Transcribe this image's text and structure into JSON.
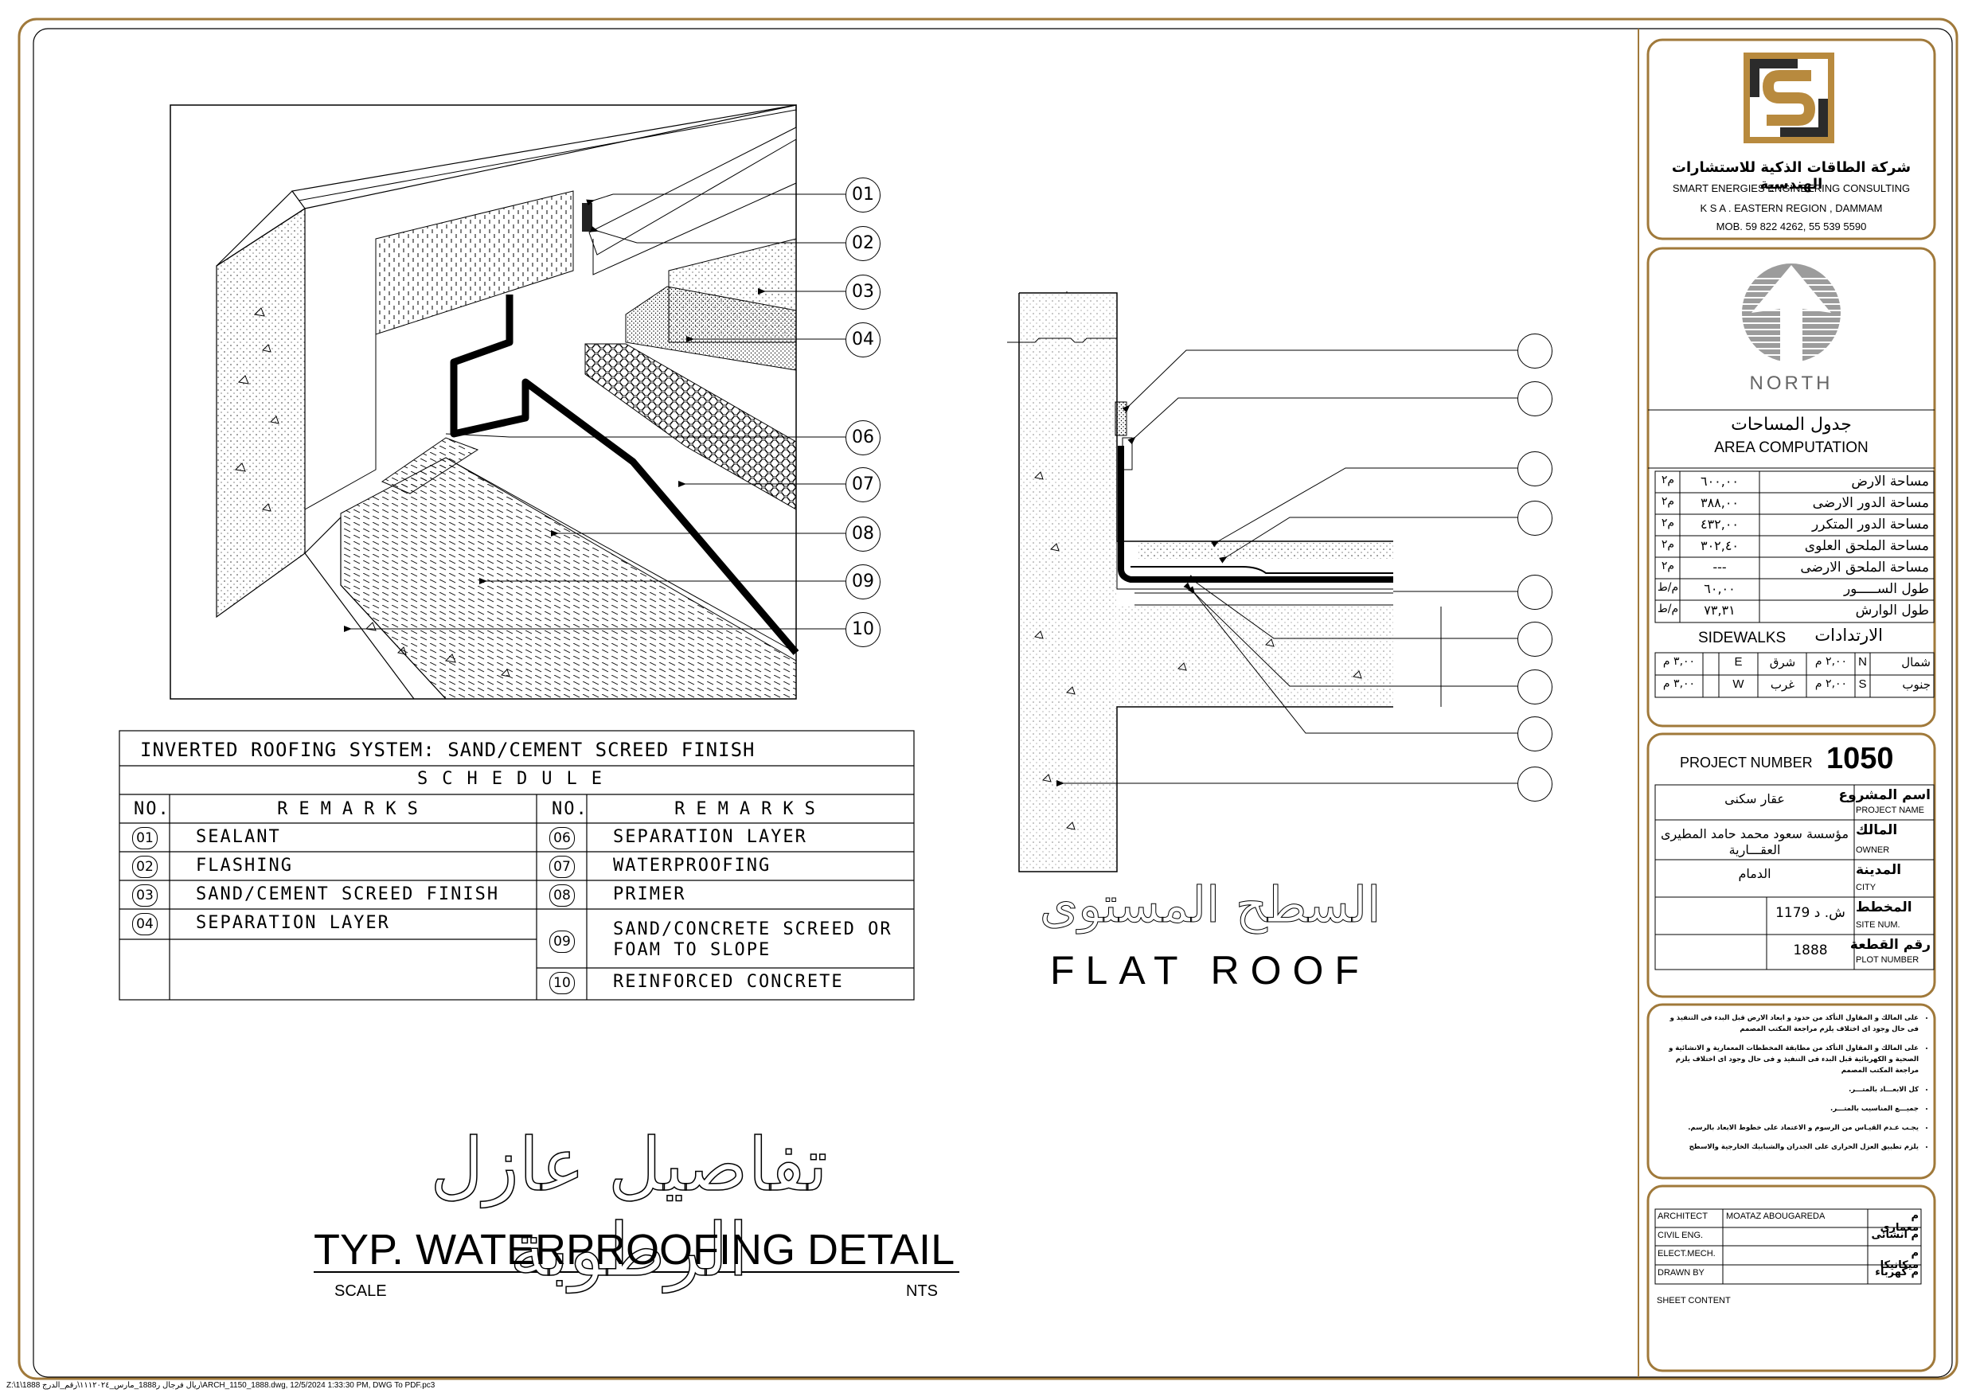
{
  "company": {
    "name_ar": "شركة الطاقات الذكية للاستشارات الهندسية",
    "name_en": "SMART ENERGIES ENGINEERING CONSULTING",
    "region": "K S A . EASTERN REGION , DAMMAM",
    "mobile": "MOB. 59 822 4262, 55 539 5590"
  },
  "north": {
    "label": "NORTH"
  },
  "area": {
    "title_ar": "جدول المساحات",
    "title_en": "AREA COMPUTATION",
    "rows": [
      {
        "label": "مساحة الارض",
        "value": "٦٠٠,٠٠",
        "unit": "م٢"
      },
      {
        "label": "مساحة الدور الارضى",
        "value": "٣٨٨,٠٠",
        "unit": "م٢"
      },
      {
        "label": "مساحة الدور المتكرر",
        "value": "٤٣٢,٠٠",
        "unit": "م٢"
      },
      {
        "label": "مساحة الملحق العلوى",
        "value": "٣٠٢,٤٠",
        "unit": "م٢"
      },
      {
        "label": "مساحة الملحق الارضى",
        "value": "---",
        "unit": "م٢"
      },
      {
        "label": "طول الســـــور",
        "value": "٦٠,٠٠",
        "unit": "م/ط"
      },
      {
        "label": "طول الوارش",
        "value": "٧٣,٣١",
        "unit": "م/ط"
      }
    ],
    "sidewalks_en": "SIDEWALKS",
    "sidewalks_ar": "الارتدادات",
    "setbacks": [
      {
        "ar": "شمال",
        "code": "N",
        "value": "٢,٠٠ م",
        "ar2": "شرق",
        "code2": "E",
        "value2": "٣,٠٠ م"
      },
      {
        "ar": "جنوب",
        "code": "S",
        "value": "٢,٠٠ م",
        "ar2": "غرب",
        "code2": "W",
        "value2": "٣,٠٠ م"
      }
    ]
  },
  "project": {
    "number_label": "PROJECT NUMBER",
    "number": "1050",
    "fields": [
      {
        "label_ar": "اسم المشروع",
        "label_en": "PROJECT NAME",
        "value": "عقار سكنى"
      },
      {
        "label_ar": "المالك",
        "label_en": "OWNER",
        "value": "مؤسسة سعود محمد حامد المطيرى العقـــارية"
      },
      {
        "label_ar": "المدينة",
        "label_en": "CITY",
        "value": "الدمام"
      },
      {
        "label_ar": "المخطط",
        "label_en": "SITE NUM.",
        "value": "ش. د 1179"
      },
      {
        "label_ar": "رقم القطعة",
        "label_en": "PLOT NUMBER",
        "value": "1888"
      }
    ]
  },
  "notes": [
    "على المالك و المقاول التأكد من حدود و ابعاد الارض قبل البدء فى التنفيذ و فى حال وجود اى اختلاف يلزم مراجعة المكتب المصمم",
    "على المالك و المقاول التأكد من مطابقة المخططات المعمارية و الانشائية و الصحية و الكهربائية قبل البدء فى التنفيذ و فى حال وجود اى اختلاف يلزم مراجعة المكتب المصمم",
    "كل الابعـــاد بالمتـــر.",
    "جميـــع المناسيب بالمتـــر.",
    "يجـب عـدم القيـاس من الرسوم و الاعتماد على خطوط الابعاد بالرسم.",
    "يلزم تطبيق العزل الحرارى على الجدران والشبابيك الخارجية والاسطح"
  ],
  "signoff": [
    {
      "role_en": "ARCHITECT",
      "name": "MOATAZ ABOUGAREDA",
      "role_ar": "م معمارى"
    },
    {
      "role_en": "CIVIL ENG.",
      "name": "",
      "role_ar": "م انشائى"
    },
    {
      "role_en": "ELECT.MECH.",
      "name": "",
      "role_ar": "م ميكانيكا"
    },
    {
      "role_en": "DRAWN BY",
      "name": "",
      "role_ar": "م كهرباء"
    }
  ],
  "sheet_content": "SHEET CONTENT",
  "schedule": {
    "title": "INVERTED ROOFING SYSTEM: SAND/CEMENT SCREED FINISH",
    "subtitle": "SCHEDULE",
    "col_no": "NO.",
    "col_remarks": "REMARKS",
    "left": [
      {
        "no": "01",
        "text": "SEALANT"
      },
      {
        "no": "02",
        "text": "FLASHING"
      },
      {
        "no": "03",
        "text": "SAND/CEMENT SCREED FINISH"
      },
      {
        "no": "04",
        "text": "SEPARATION LAYER"
      }
    ],
    "right": [
      {
        "no": "06",
        "text": "SEPARATION LAYER"
      },
      {
        "no": "07",
        "text": "WATERPROOFING"
      },
      {
        "no": "08",
        "text": "PRIMER"
      },
      {
        "no": "09",
        "text": "SAND/CONCRETE SCREED OR",
        "text2": "FOAM TO SLOPE"
      },
      {
        "no": "10",
        "text": "REINFORCED CONCRETE"
      }
    ]
  },
  "callouts_iso": [
    "01",
    "02",
    "03",
    "04",
    "06",
    "07",
    "08",
    "09",
    "10"
  ],
  "flat_roof": {
    "title_ar": "السطح المستوى",
    "title_en": "FLAT ROOF"
  },
  "main_title": {
    "ar": "تفاصيل عازل الرطوبة",
    "en": "TYP. WATERPROOFING DETAIL",
    "scale_label": "SCALE",
    "scale_value": "NTS"
  },
  "footer_path": "Z:\\1\\1888 ريال فرجال ر1888_مارس_١١١٢٠٢٤\\رقم_الدرج\\ARCH_1150_1888.dwg, 12/5/2024 1:33:30 PM, DWG To PDF.pc3",
  "colors": {
    "frame": "#a0793a",
    "logo_gold": "#b88a3e",
    "logo_dark": "#2b2b2b"
  }
}
